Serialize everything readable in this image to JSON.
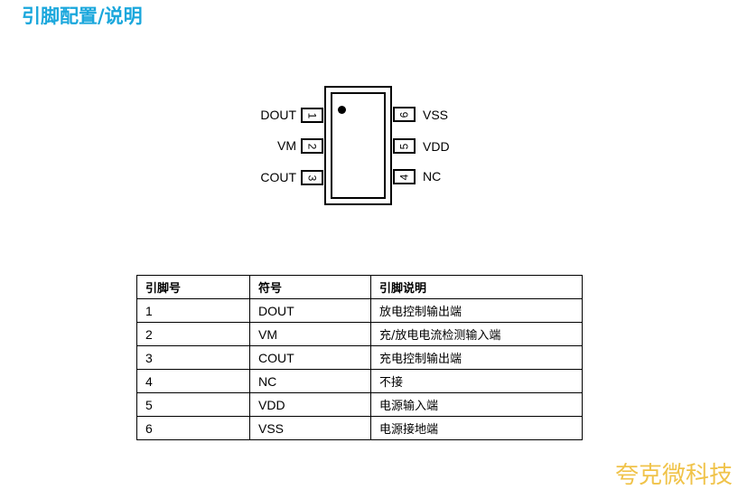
{
  "title": "引脚配置/说明",
  "colors": {
    "title": "#1aa7dc",
    "brand": "#f0c34a",
    "text": "#000000"
  },
  "package": {
    "pins_left": [
      {
        "number": "1",
        "label": "DOUT"
      },
      {
        "number": "2",
        "label": "VM"
      },
      {
        "number": "3",
        "label": "COUT"
      }
    ],
    "pins_right": [
      {
        "number": "6",
        "label": "VSS"
      },
      {
        "number": "5",
        "label": "VDD"
      },
      {
        "number": "4",
        "label": "NC"
      }
    ]
  },
  "table": {
    "headers": [
      "引脚号",
      "符号",
      "引脚说明"
    ],
    "rows": [
      [
        "1",
        "DOUT",
        "放电控制输出端"
      ],
      [
        "2",
        "VM",
        "充/放电电流检测输入端"
      ],
      [
        "3",
        "COUT",
        "充电控制输出端"
      ],
      [
        "4",
        "NC",
        "不接"
      ],
      [
        "5",
        "VDD",
        "电源输入端"
      ],
      [
        "6",
        "VSS",
        "电源接地端"
      ]
    ]
  },
  "brand": "夸克微科技"
}
